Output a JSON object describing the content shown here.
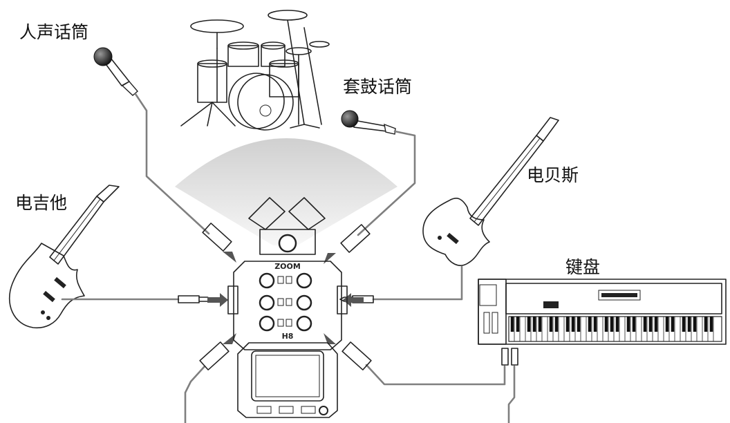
{
  "labels": {
    "vocal_mic": "人声话筒",
    "drum_mic": "套鼓话筒",
    "electric_guitar": "电吉他",
    "electric_bass": "电贝斯",
    "keyboard": "键盘"
  },
  "device": {
    "brand": "ZOOM",
    "model": "H8"
  },
  "colors": {
    "cable": "#7f7f7f",
    "arrow": "#555555",
    "sound_cone_outer": "#d2d2d2",
    "sound_cone_inner": "#f6f6f6",
    "outline": "#222222"
  }
}
